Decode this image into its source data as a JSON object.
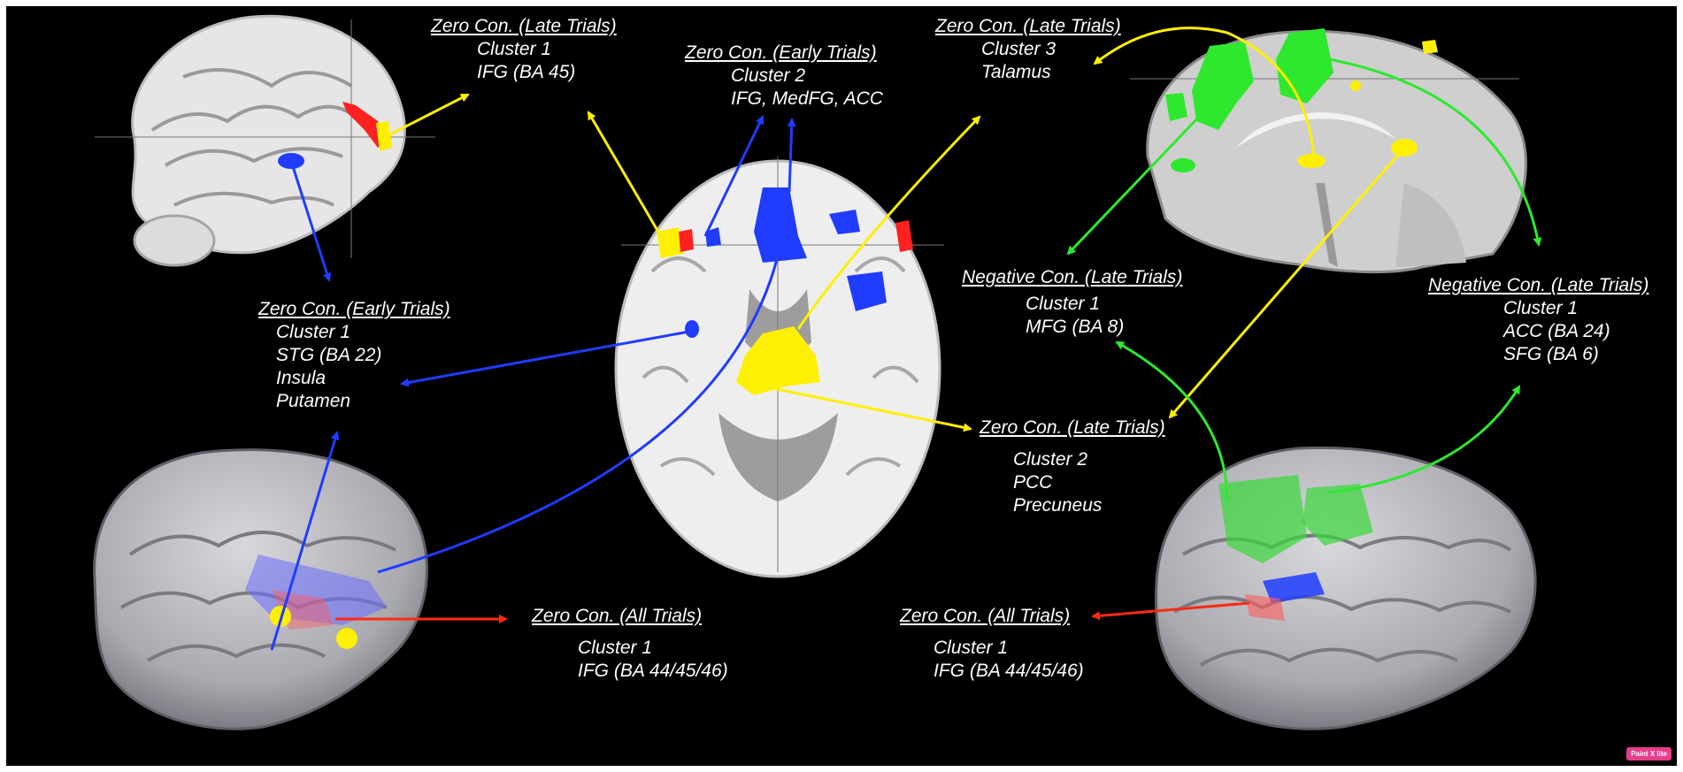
{
  "colors": {
    "background": "#000000",
    "arrow_yellow": "#ffef00",
    "arrow_blue": "#1f3cff",
    "arrow_green": "#2ee82e",
    "arrow_red": "#ff2a10",
    "text": "#ffffff"
  },
  "labels": {
    "zero_late_1": {
      "heading": "Zero Con. (Late Trials)",
      "lines": [
        "Cluster 1",
        "IFG (BA 45)"
      ]
    },
    "zero_early_2": {
      "heading": "Zero Con. (Early Trials)",
      "lines": [
        "Cluster 2",
        "IFG, MedFG, ACC"
      ]
    },
    "zero_late_3": {
      "heading": "Zero Con. (Late Trials)",
      "lines": [
        "Cluster 3",
        "Talamus"
      ]
    },
    "zero_early_1": {
      "heading": "Zero Con. (Early Trials)",
      "lines": [
        "Cluster 1",
        "STG (BA 22)",
        "Insula",
        "Putamen"
      ]
    },
    "neg_late_mfg": {
      "heading": "Negative Con. (Late Trials)",
      "lines": [
        "Cluster 1",
        "MFG (BA 8)"
      ]
    },
    "neg_late_acc": {
      "heading": "Negative Con. (Late Trials)",
      "lines": [
        "Cluster 1",
        "ACC (BA 24)",
        "SFG (BA 6)"
      ]
    },
    "zero_late_2": {
      "heading": "Zero Con. (Late Trials)",
      "lines": [
        "Cluster 2",
        "PCC",
        "Precuneus"
      ]
    },
    "zero_all_left": {
      "heading": "Zero Con. (All Trials)",
      "lines": [
        "Cluster 1",
        "IFG (BA 44/45/46)"
      ]
    },
    "zero_all_right": {
      "heading": "Zero Con. (All Trials)",
      "lines": [
        "Cluster 1",
        "IFG (BA 44/45/46)"
      ]
    }
  },
  "panels": {
    "sagittal_left": "brain sagittal slice",
    "axial_center": "brain axial slice",
    "sagittal_right": "brain medial sagittal slice",
    "render_left": "3D brain render left",
    "render_right": "3D brain render right"
  },
  "watermark": "Paint X lite"
}
